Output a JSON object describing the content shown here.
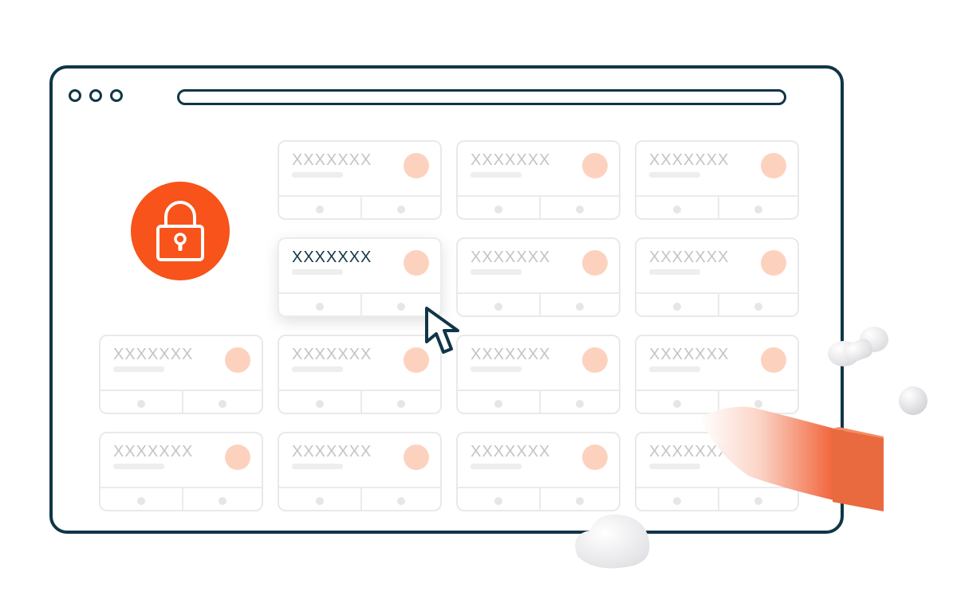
{
  "window": {
    "controls": [
      "window-dot-icon",
      "window-dot-icon",
      "window-dot-icon"
    ],
    "address_bar": ""
  },
  "lock": {
    "icon": "lock-icon",
    "color": "#f7531b"
  },
  "cards": [
    {
      "title": "XXXXXXX",
      "active": false
    },
    {
      "title": "XXXXXXX",
      "active": false
    },
    {
      "title": "XXXXXXX",
      "active": false
    },
    {
      "title": "XXXXXXX",
      "active": true
    },
    {
      "title": "XXXXXXX",
      "active": false
    },
    {
      "title": "XXXXXXX",
      "active": false
    },
    {
      "title": "XXXXXXX",
      "active": false
    },
    {
      "title": "XXXXXXX",
      "active": false
    },
    {
      "title": "XXXXXXX",
      "active": false
    },
    {
      "title": "XXXXXXX",
      "active": false
    },
    {
      "title": "XXXXXXX",
      "active": false
    },
    {
      "title": "XXXXXXX",
      "active": false
    },
    {
      "title": "XXXXXXX",
      "active": false
    },
    {
      "title": "XXXXXXX",
      "active": false
    }
  ],
  "colors": {
    "frame": "#0f3648",
    "accent": "#f7531b",
    "card_circle": "#fcd2bf",
    "muted_text": "#c4c4c4"
  }
}
